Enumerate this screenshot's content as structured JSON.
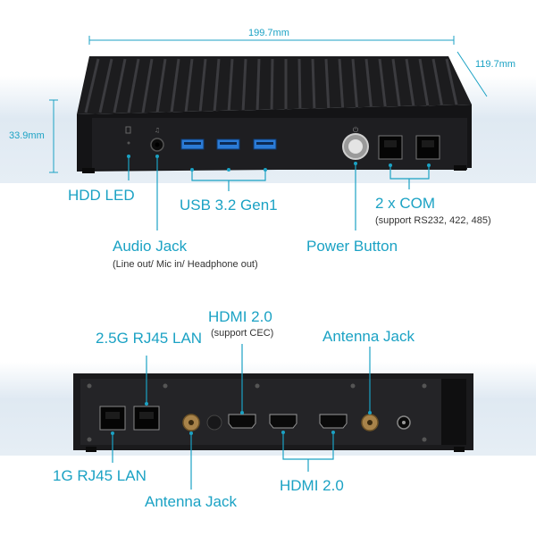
{
  "dimensions": {
    "width": "199.7mm",
    "depth": "119.7mm",
    "height": "33.9mm"
  },
  "front": {
    "hdd_led": "HDD LED",
    "usb": "USB 3.2 Gen1",
    "com": "2 x COM",
    "com_note": "(support RS232, 422, 485)",
    "audio": "Audio Jack",
    "audio_note": "(Line out/ Mic in/ Headphone out)",
    "power": "Power Button"
  },
  "rear": {
    "hdmi_top": "HDMI 2.0",
    "hdmi_top_note": "(support CEC)",
    "lan25": "2.5G RJ45 LAN",
    "antenna_top": "Antenna Jack",
    "lan1": "1G RJ45 LAN",
    "antenna_bottom": "Antenna Jack",
    "hdmi_bottom": "HDMI 2.0"
  },
  "accent_color": "#1ba2c4"
}
